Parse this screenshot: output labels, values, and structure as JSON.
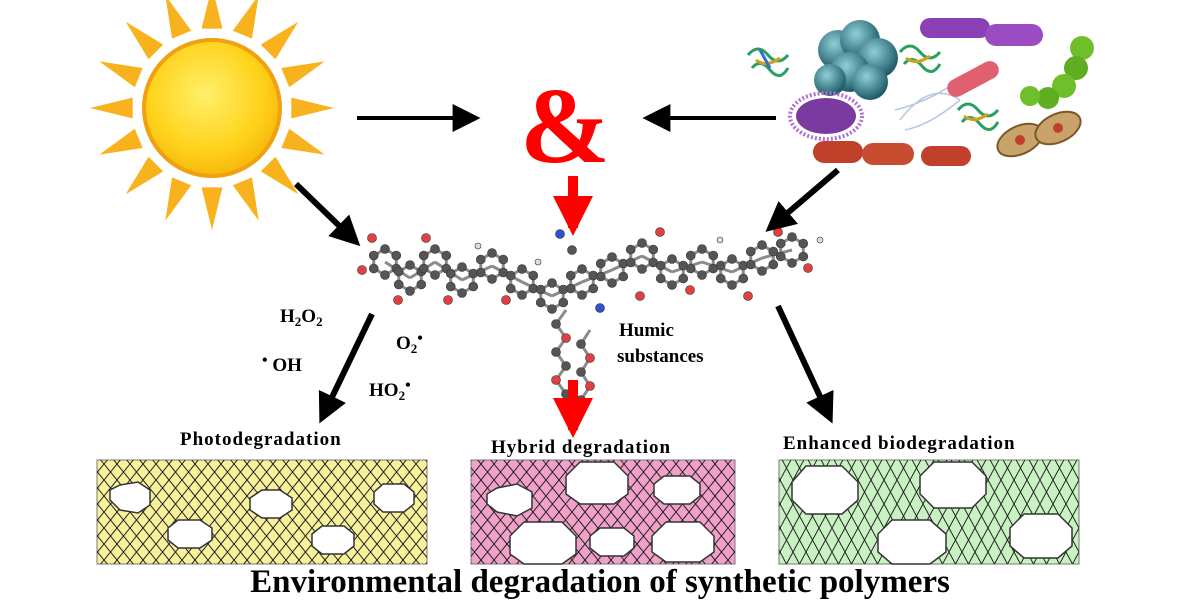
{
  "ampersand": "&",
  "reactive_species": {
    "h2o2": {
      "main": "H",
      "sub1": "2",
      "mid": "O",
      "sub2": "2"
    },
    "oh": {
      "dot": "•",
      "text": "OH"
    },
    "o2": {
      "main": "O",
      "sub": "2",
      "dot": "•"
    },
    "ho2": {
      "main": "HO",
      "sub": "2",
      "dot": "•"
    }
  },
  "humic_label": {
    "line1": "Humic",
    "line2": "substances"
  },
  "panels": {
    "photo": {
      "label": "Photodegradation",
      "fill": "#f7f19b"
    },
    "hybrid": {
      "label": "Hybrid degradation",
      "fill": "#f1a0c9"
    },
    "bio": {
      "label": "Enhanced biodegradation",
      "fill": "#c9f2c2"
    }
  },
  "footer_title": "Environmental degradation of synthetic polymers",
  "colors": {
    "sun_core": "#ffd21a",
    "sun_ray": "#f7b21e",
    "arrow_black": "#000000",
    "arrow_red": "#ff0000",
    "carbon": "#555555",
    "oxygen": "#e04040",
    "nitrogen": "#3050d0",
    "hydrogen": "#dddddd"
  }
}
